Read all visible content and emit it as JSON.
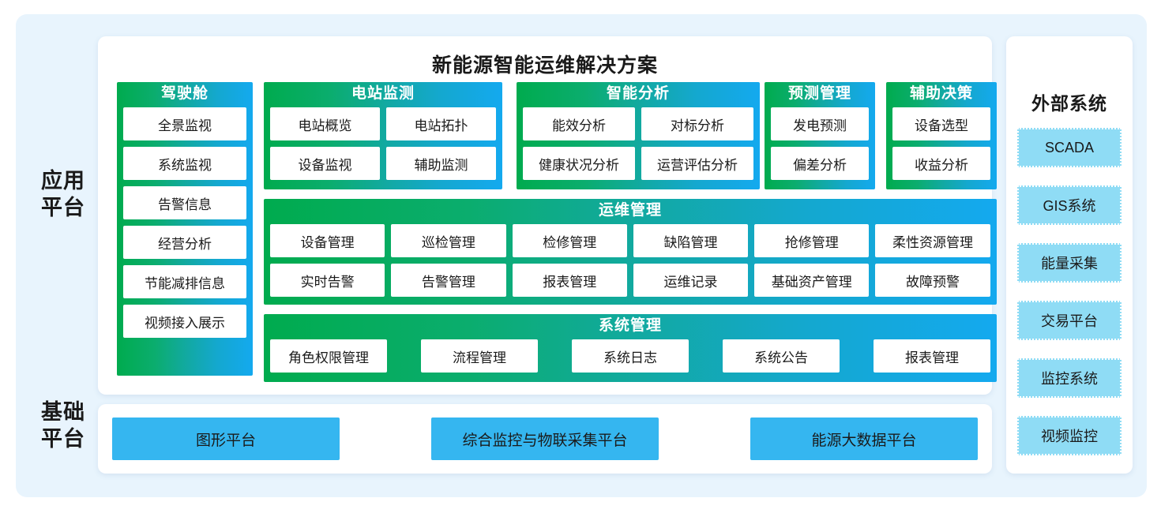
{
  "tiers": {
    "application": "应用\n平台",
    "base": "基础\n平台"
  },
  "app_card": {
    "title": "新能源智能运维解决方案",
    "sections": [
      {
        "id": "cockpit",
        "title": "驾驶舱",
        "items": [
          "全景监视",
          "系统监视",
          "告警信息",
          "经营分析",
          "节能减排信息",
          "视频接入展示"
        ]
      },
      {
        "id": "station",
        "title": "电站监测",
        "items": [
          "电站概览",
          "电站拓扑",
          "设备监视",
          "辅助监测"
        ]
      },
      {
        "id": "analysis",
        "title": "智能分析",
        "items": [
          "能效分析",
          "对标分析",
          "健康状况分析",
          "运营评估分析"
        ]
      },
      {
        "id": "forecast",
        "title": "预测管理",
        "items": [
          "发电预测",
          "偏差分析"
        ]
      },
      {
        "id": "decision",
        "title": "辅助决策",
        "items": [
          "设备选型",
          "收益分析"
        ]
      },
      {
        "id": "ops",
        "title": "运维管理",
        "items": [
          "设备管理",
          "巡检管理",
          "检修管理",
          "缺陷管理",
          "抢修管理",
          "柔性资源管理",
          "实时告警",
          "告警管理",
          "报表管理",
          "运维记录",
          "基础资产管理",
          "故障预警"
        ]
      },
      {
        "id": "sys",
        "title": "系统管理",
        "items": [
          "角色权限管理",
          "流程管理",
          "系统日志",
          "系统公告",
          "报表管理"
        ]
      }
    ]
  },
  "external_systems": {
    "title": "外部系统",
    "items": [
      "SCADA",
      "GIS系统",
      "能量采集",
      "交易平台",
      "监控系统",
      "视频监控"
    ]
  },
  "base_platform": {
    "items": [
      "图形平台",
      "综合监控与物联采集平台",
      "能源大数据平台"
    ]
  },
  "colors": {
    "page_background": "#ffffff",
    "outer_panel": "#e8f4fd",
    "gradient_start": "#00ab4e",
    "gradient_end": "#14a9ef",
    "external_item": "#8fdcf5",
    "base_item": "#35b6f0",
    "text_dark": "#1a1a1a",
    "text_light": "#ffffff"
  }
}
